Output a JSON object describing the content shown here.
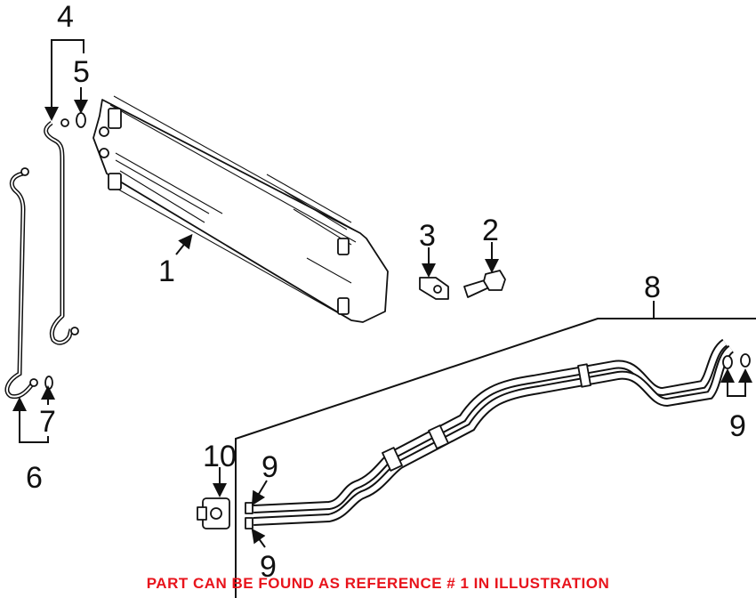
{
  "callouts": {
    "c1": "1",
    "c2": "2",
    "c3": "3",
    "c4": "4",
    "c5": "5",
    "c6": "6",
    "c7": "7",
    "c8": "8",
    "c9a": "9",
    "c9b": "9",
    "c9c": "9",
    "c10": "10"
  },
  "note": {
    "text": "PART CAN BE FOUND AS REFERENCE # 1 IN ILLUSTRATION",
    "color": "#e8141c"
  }
}
